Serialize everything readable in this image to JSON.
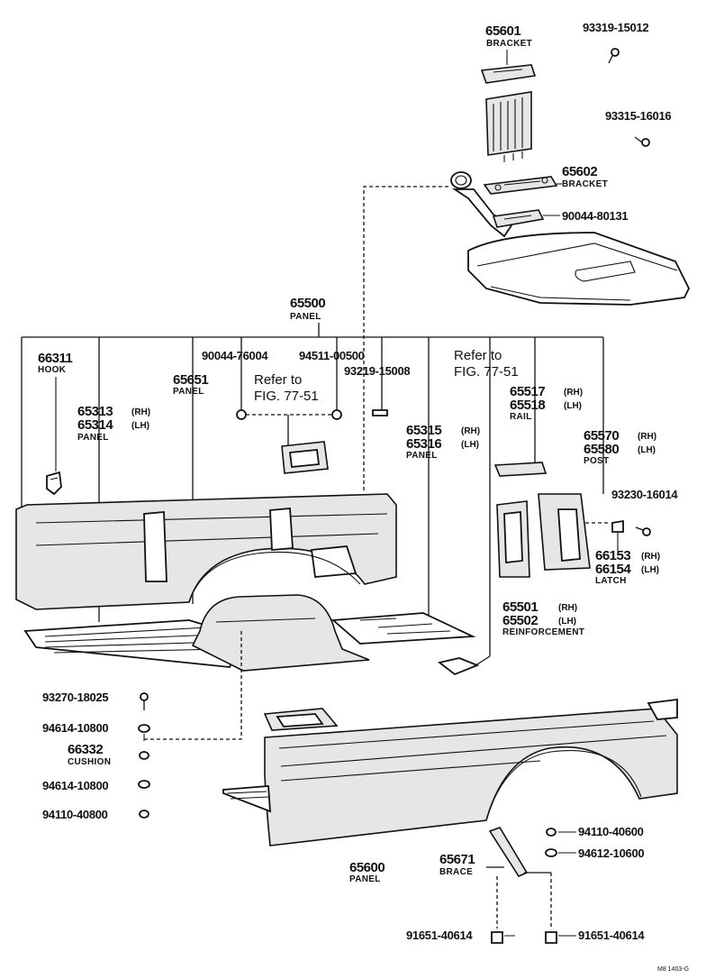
{
  "labels": {
    "p65601": {
      "num": "65601",
      "name": "BRACKET"
    },
    "p93319": {
      "num": "93319-15012"
    },
    "p93315": {
      "num": "93315-16016"
    },
    "p65602": {
      "num": "65602",
      "name": "BRACKET"
    },
    "p90044_80131": {
      "num": "90044-80131"
    },
    "p65500": {
      "num": "65500",
      "name": "PANEL"
    },
    "p66311": {
      "num": "66311",
      "name": "HOOK"
    },
    "p90044_76004": {
      "num": "90044-76004"
    },
    "p94511": {
      "num": "94511-00500"
    },
    "p93219": {
      "num": "93219-15008"
    },
    "ref1": {
      "line1": "Refer to",
      "line2": "FIG. 77-51"
    },
    "ref2": {
      "line1": "Refer to",
      "line2": "FIG. 77-51"
    },
    "p65651": {
      "num": "65651",
      "name": "PANEL"
    },
    "p65313": {
      "num1": "65313",
      "side1": "(RH)",
      "num2": "65314",
      "side2": "(LH)",
      "name": "PANEL"
    },
    "p65315": {
      "num1": "65315",
      "side1": "(RH)",
      "num2": "65316",
      "side2": "(LH)",
      "name": "PANEL"
    },
    "p65517": {
      "num1": "65517",
      "side1": "(RH)",
      "num2": "65518",
      "side2": "(LH)",
      "name": "RAIL"
    },
    "p65570": {
      "num1": "65570",
      "side1": "(RH)",
      "num2": "65580",
      "side2": "(LH)",
      "name": "POST"
    },
    "p93230": {
      "num": "93230-16014"
    },
    "p66153": {
      "num1": "66153",
      "side1": "(RH)",
      "num2": "66154",
      "side2": "(LH)",
      "name": "LATCH"
    },
    "p65501": {
      "num1": "65501",
      "side1": "(RH)",
      "num2": "65502",
      "side2": "(LH)",
      "name": "REINFORCEMENT"
    },
    "p93270": {
      "num": "93270-18025"
    },
    "p94614a": {
      "num": "94614-10800"
    },
    "p66332": {
      "num": "66332",
      "name": "CUSHION"
    },
    "p94614b": {
      "num": "94614-10800"
    },
    "p94110_40800": {
      "num": "94110-40800"
    },
    "p65600": {
      "num": "65600",
      "name": "PANEL"
    },
    "p65671": {
      "num": "65671",
      "name": "BRACE"
    },
    "p94110_40600": {
      "num": "94110-40600"
    },
    "p94612": {
      "num": "94612-10600"
    },
    "p91651a": {
      "num": "91651-40614"
    },
    "p91651b": {
      "num": "91651-40614"
    }
  },
  "footer": {
    "code": "M8 1403-G"
  }
}
